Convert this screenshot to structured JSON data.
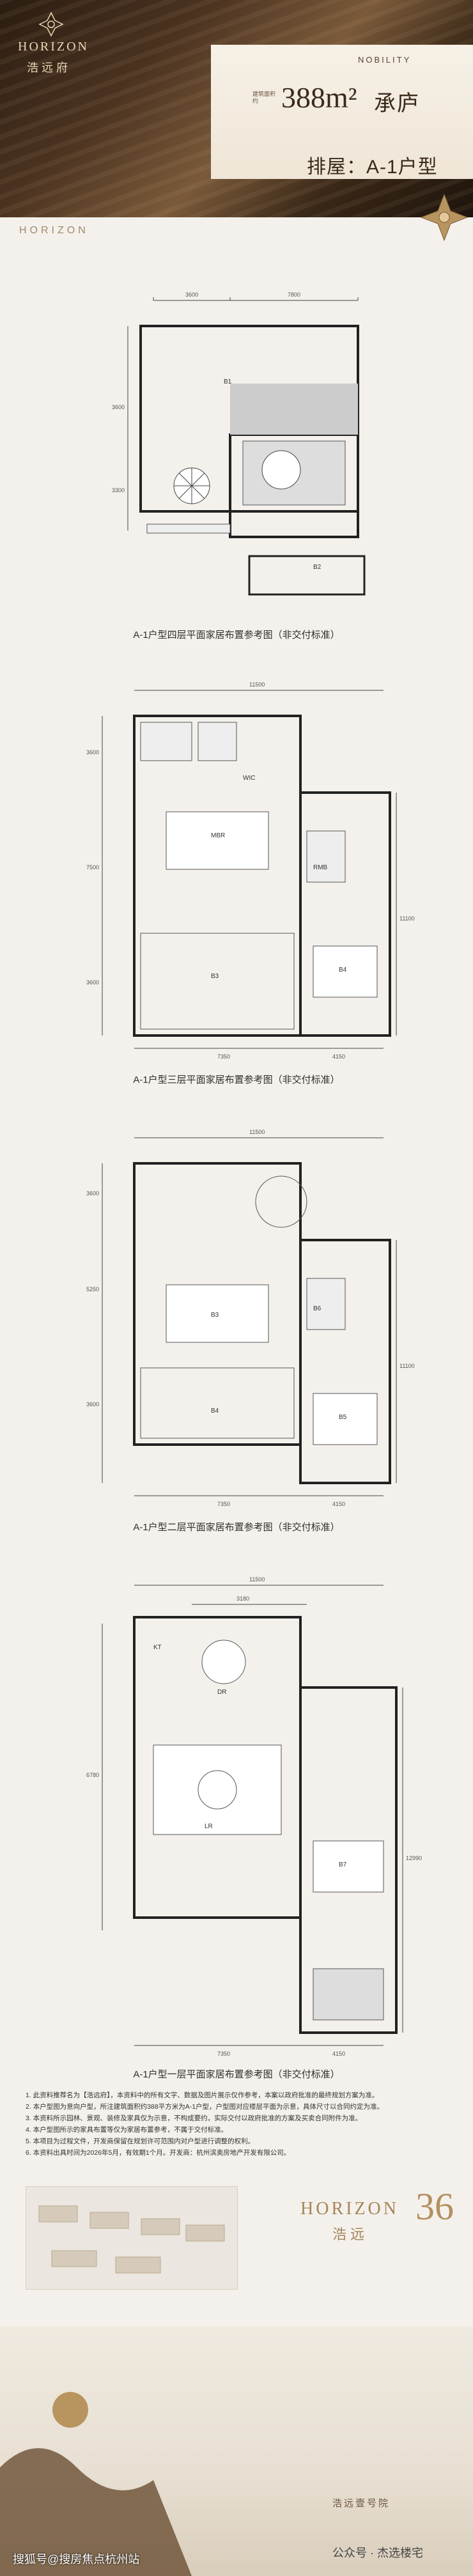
{
  "header": {
    "brand_en": "HORIZON",
    "brand_cn": "浩远府",
    "nobility": "NOBILITY",
    "area_prefix": "建筑面积约",
    "area": "388m²",
    "unit_name": "承庐",
    "row_type": "排屋：A-1户型",
    "horizon_sub": "HORIZON"
  },
  "plans": [
    {
      "caption": "A-1户型四层平面家居布置参考图（非交付标准）",
      "dims_top": [
        "3600",
        "7800"
      ],
      "dims_left": [
        "3600",
        "3300"
      ],
      "rooms": [
        "B1",
        "B2"
      ]
    },
    {
      "caption": "A-1户型三层平面家居布置参考图（非交付标准）",
      "dims_top": [
        "11500"
      ],
      "dims_left": [
        "3600",
        "7500",
        "3600"
      ],
      "dims_right": [
        "11100"
      ],
      "dims_bottom": [
        "7350",
        "4150"
      ],
      "rooms": [
        "MBR",
        "B3",
        "B4",
        "WIC",
        "RMB"
      ]
    },
    {
      "caption": "A-1户型二层平面家居布置参考图（非交付标准）",
      "dims_top": [
        "11500"
      ],
      "dims_left": [
        "3600",
        "5250",
        "3600"
      ],
      "dims_right": [
        "11100"
      ],
      "dims_bottom": [
        "7350",
        "4150"
      ],
      "rooms": [
        "B3",
        "B4",
        "B5",
        "B6"
      ]
    },
    {
      "caption": "A-1户型一层平面家居布置参考图（非交付标准）",
      "dims_top": [
        "11500",
        "3180"
      ],
      "dims_left": [
        "6780"
      ],
      "dims_right": [
        "12990"
      ],
      "dims_bottom": [
        "7350",
        "4150"
      ],
      "rooms": [
        "LR",
        "DR",
        "KT",
        "B7"
      ]
    }
  ],
  "notes": [
    "1. 此资料推荐名为【浩远府】，本资料中的所有文字、数据及图片展示仅作参考，本案以政府批准的最终规划方案为准。",
    "2. 本户型图为意向户型，所注建筑面积约388平方米为A-1户型，户型图对应楼层平面为示意，具体尺寸以合同约定为准。",
    "3. 本资料所示园林、景观、装修及家具仅为示意，不构成要约，实际交付以政府批准的方案及买卖合同附件为准。",
    "4. 本户型图所示的家具布置等仅为家居布置参考，不属于交付标准。",
    "5. 本项目为过程文件，开发商保留在规划许可范围内对户型进行调整的权利。",
    "6. 本资料出具时间为2026年5月，有效期1个月。开发商：杭州滨奥房地产开发有限公司。"
  ],
  "footer": {
    "logo_en": "HORIZON",
    "logo_cn": "浩远",
    "logo_num": "36",
    "estate": "浩远壹号院",
    "wechat": "公众号 · 杰选楼宅",
    "watermark": "搜狐号@搜房焦点杭州站"
  },
  "colors": {
    "gold": "#a4865a",
    "dark_brown": "#3a2a1a",
    "paper": "#f4f1ec"
  }
}
